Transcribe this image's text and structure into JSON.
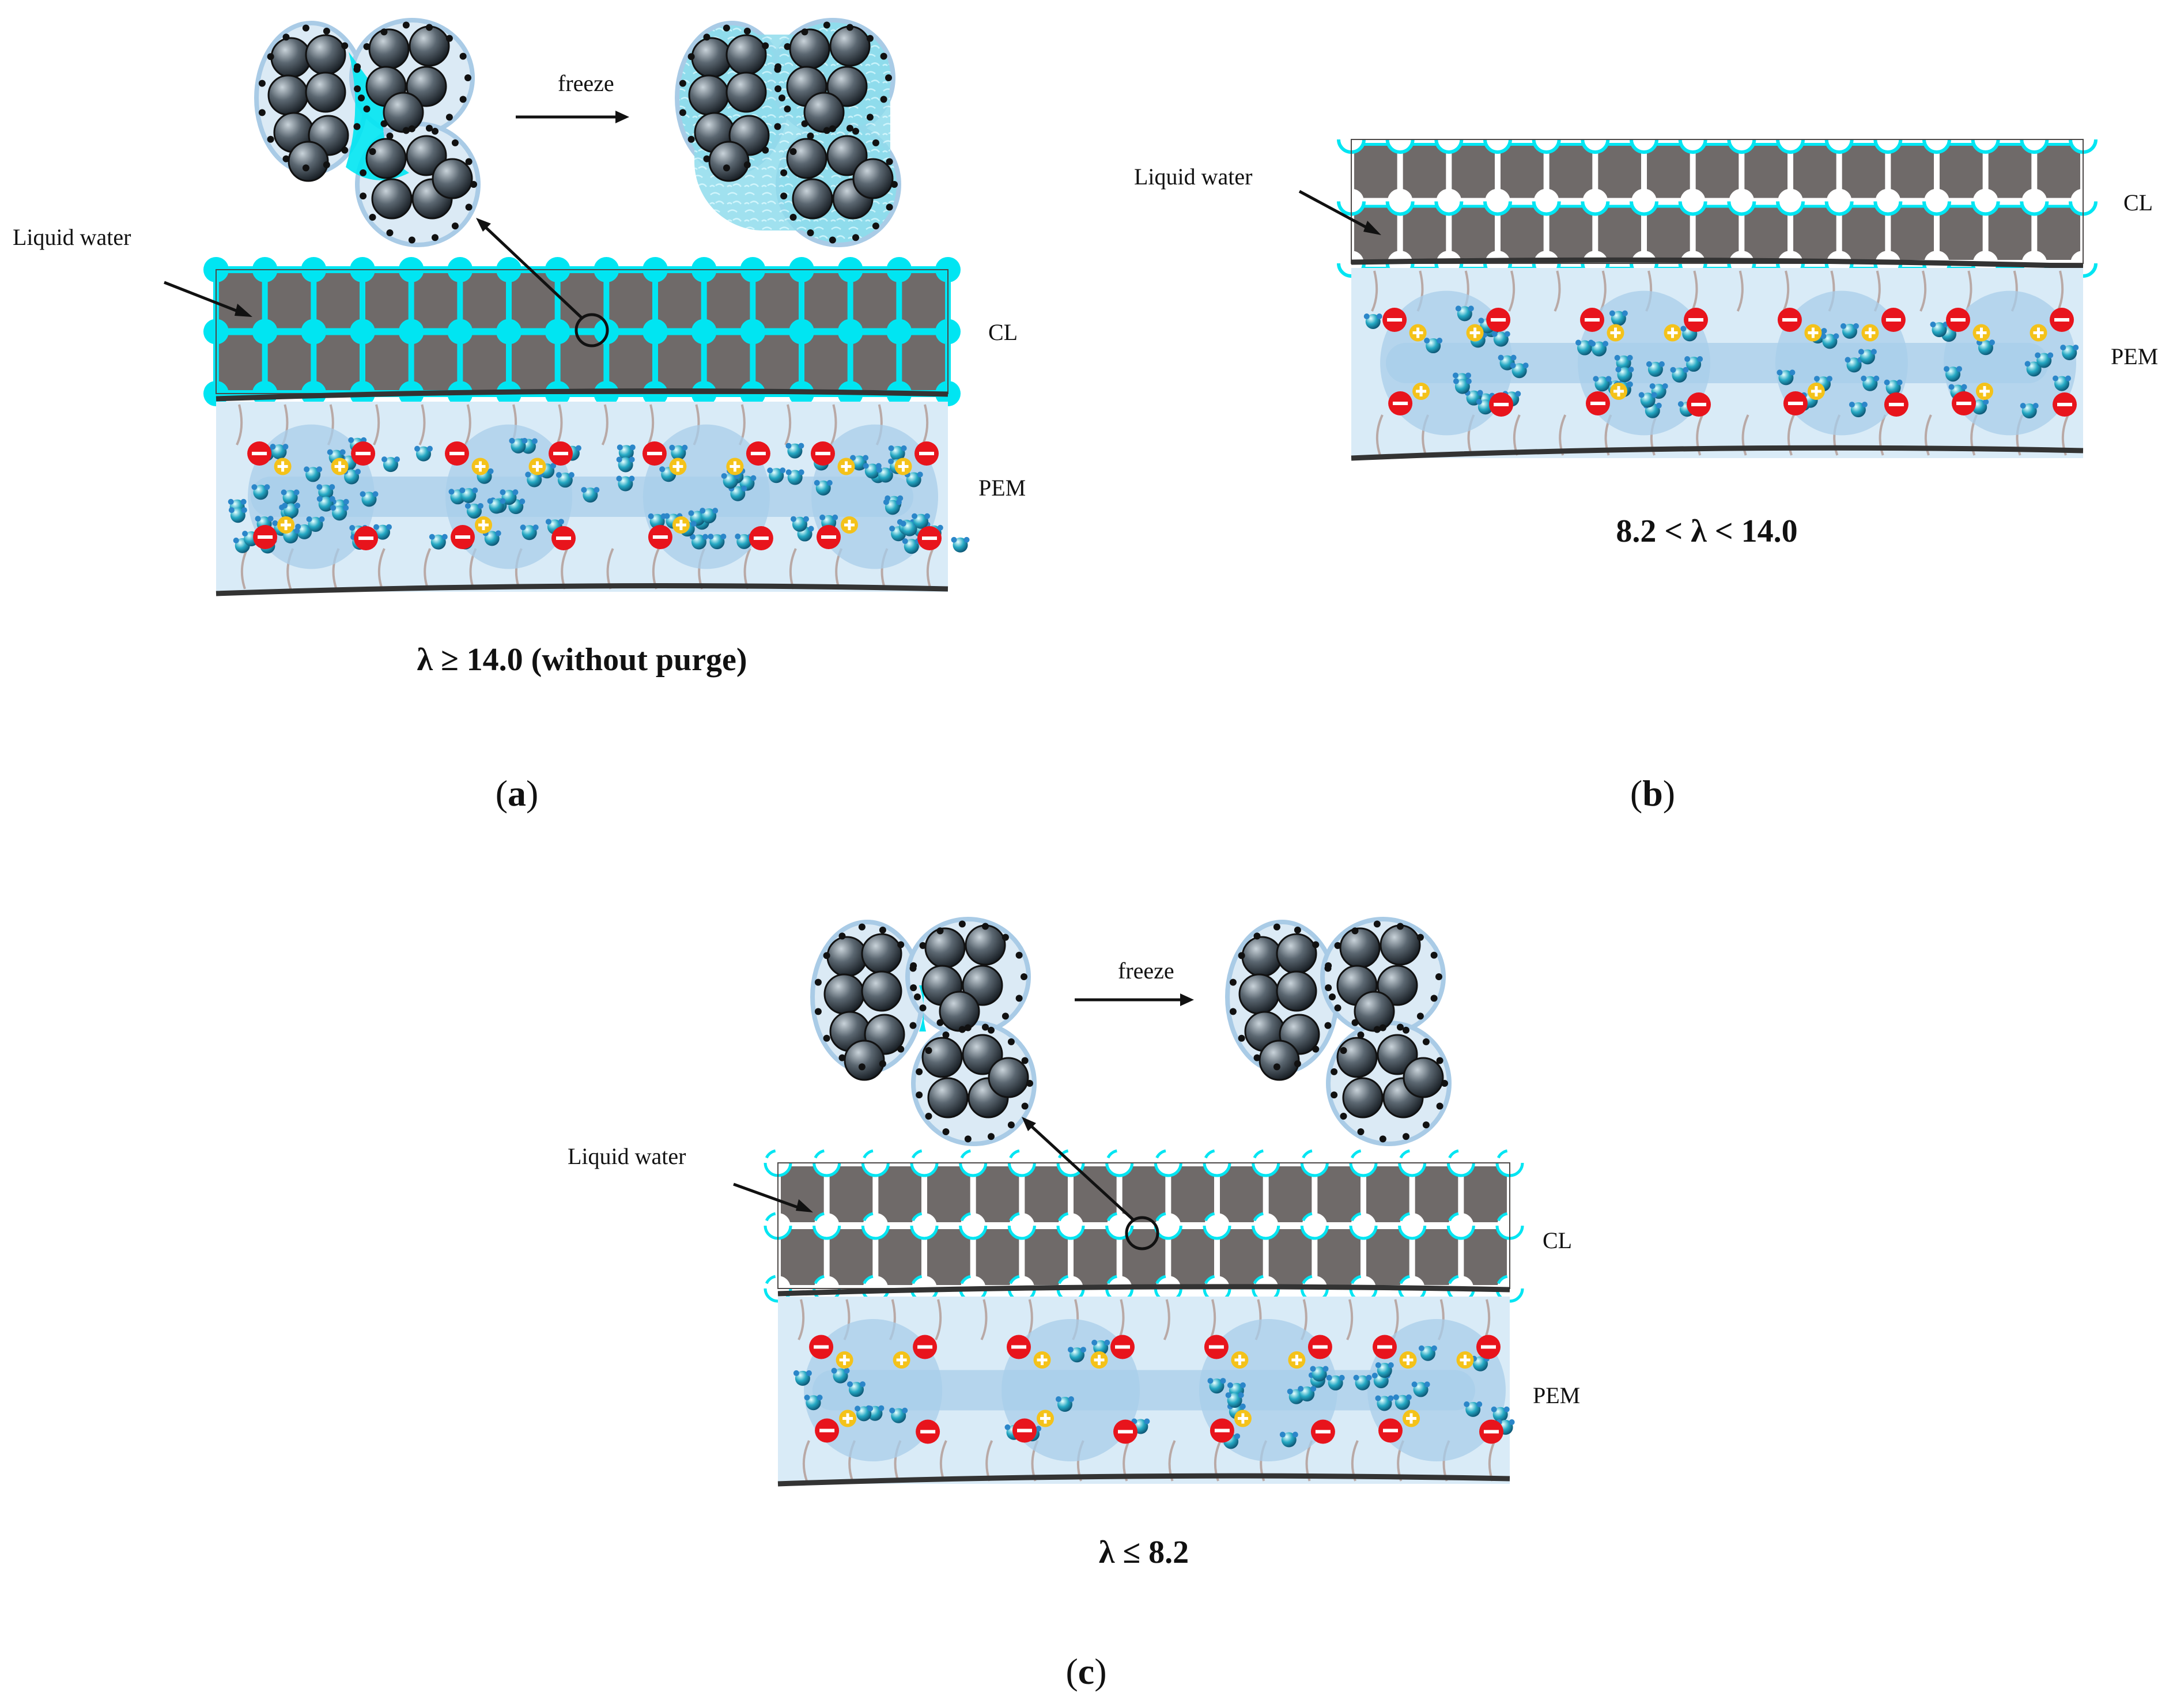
{
  "figure": {
    "panels": [
      {
        "id": "a",
        "letter": "a",
        "caption": "λ ≥ 14.0 (without purge)",
        "liquid_water_label": "Liquid water",
        "cl_label": "CL",
        "pem_label": "PEM",
        "freeze_label": "freeze",
        "cl_fill": "full",
        "water_level": "high"
      },
      {
        "id": "b",
        "letter": "b",
        "caption": "8.2 < λ < 14.0",
        "liquid_water_label": "Liquid water",
        "cl_label": "CL",
        "pem_label": "PEM",
        "cl_fill": "thin-film",
        "water_level": "medium"
      },
      {
        "id": "c",
        "letter": "c",
        "caption": "λ ≤ 8.2",
        "liquid_water_label": "Liquid water",
        "cl_label": "CL",
        "pem_label": "PEM",
        "freeze_label": "freeze",
        "cl_fill": "partial",
        "water_level": "low"
      }
    ],
    "colors": {
      "catalyst_gray": "#6f6a69",
      "liquid_water_cyan": "#00e5f2",
      "membrane_blue": "#d9ebf7",
      "water_cluster_blue": "#a8cdea",
      "sulfonate_red": "#e8141c",
      "proton_yellow": "#f4c21a",
      "carbon_particle": "#2f3840"
    }
  }
}
